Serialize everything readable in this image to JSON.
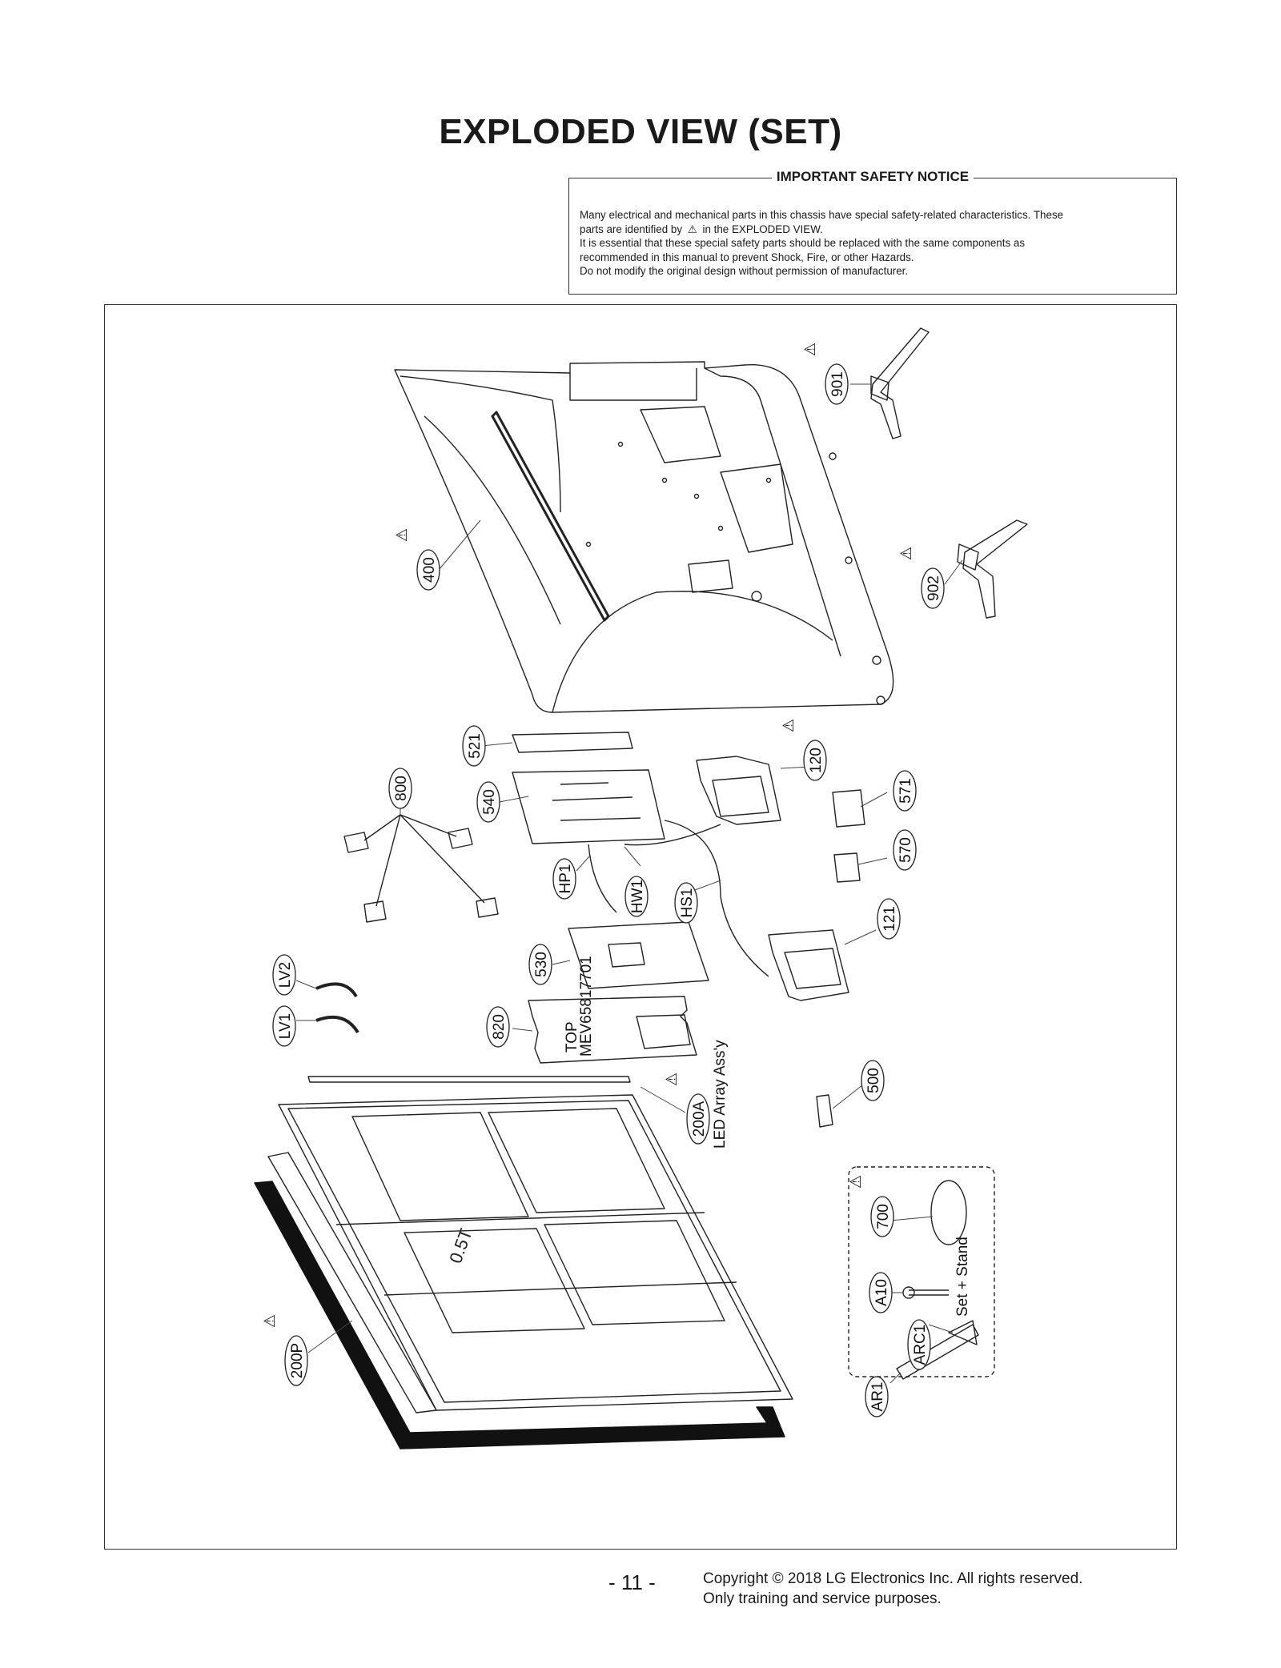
{
  "header": {
    "title": "EXPLODED VIEW (SET)"
  },
  "safety_notice": {
    "heading": "IMPORTANT SAFETY NOTICE",
    "line1": "Many electrical and mechanical parts in this chassis have special safety-related characteristics. These",
    "line2a": "parts are identified by",
    "line2b": "in the EXPLODED VIEW.",
    "line3": "It is essential that these special safety parts should be replaced with the same components as",
    "line4": "recommended in this manual to prevent Shock, Fire, or other Hazards.",
    "line5": "Do not modify the original design without permission of manufacturer."
  },
  "diagram": {
    "callouts": {
      "c901": "901",
      "c902": "902",
      "c400": "400",
      "c521": "521",
      "c540": "540",
      "c800": "800",
      "c120": "120",
      "c571": "571",
      "c570": "570",
      "cHP1": "HP1",
      "cHW1": "HW1",
      "cHS1": "HS1",
      "c121": "121",
      "c530": "530",
      "cLV2": "LV2",
      "cLV1": "LV1",
      "c820": "820",
      "c500": "500",
      "c200A": "200A",
      "c700": "700",
      "cA10": "A10",
      "cARC1": "ARC1",
      "cAR1": "AR1",
      "c200P": "200P"
    },
    "sub_labels": {
      "led_array": "LED Array Ass'y",
      "set_stand": "Set + Stand"
    },
    "board_marks": {
      "top_mark": "TOP",
      "part_code": "MEV65817701"
    },
    "safety_marked_parts": [
      "901",
      "902",
      "400",
      "120",
      "200A",
      "700",
      "200P"
    ]
  },
  "footer": {
    "page_number": "- 11 -",
    "copyright_line1": "Copyright © 2018 LG Electronics Inc. All rights reserved.",
    "copyright_line2": "Only training and service purposes."
  }
}
